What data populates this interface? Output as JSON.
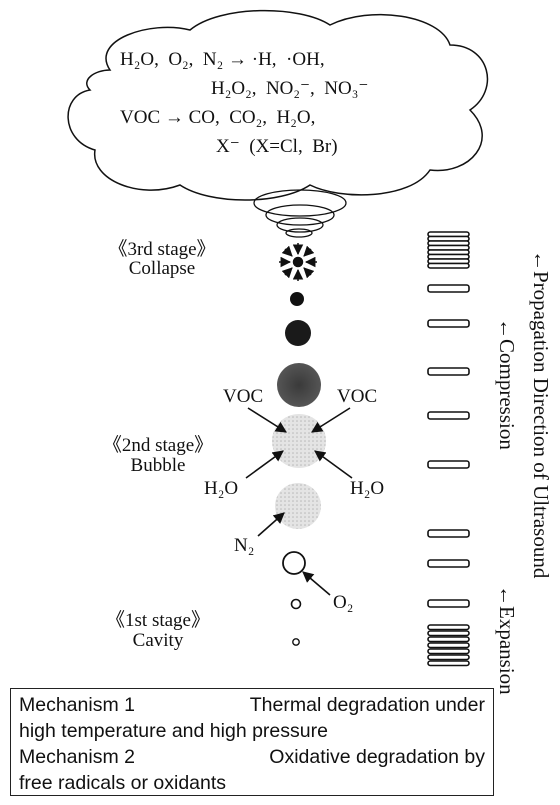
{
  "cloud": {
    "line1": "H₂O,  O₂,  N₂ → ·H,  ·OH,",
    "line2": "H₂O₂,  NO₂⁻,  NO₃⁻",
    "line3": "VOC → CO,  CO₂,  H₂O,",
    "line4": "X⁻  (X=Cl,  Br)"
  },
  "stages": {
    "third": {
      "name": "《3rd stage》",
      "desc": "Collapse"
    },
    "second": {
      "name": "《2nd stage》",
      "desc": "Bubble"
    },
    "first": {
      "name": "《1st stage》",
      "desc": "Cavity"
    }
  },
  "labels": {
    "voc_left": "VOC",
    "voc_right": "VOC",
    "h2o_left": "H₂O",
    "h2o_right": "H₂O",
    "n2": "N₂",
    "o2": "O₂"
  },
  "wave": {
    "propagation": "←Propagation Direction of Ultrasound",
    "compression": "←Compression",
    "expansion": "←Expansion"
  },
  "mechanisms": {
    "m1_title": "Mechanism 1",
    "m1_text_a": "Thermal degradation under",
    "m1_text_b": "high temperature and high pressure",
    "m2_title": "Mechanism 2",
    "m2_text_a": "Oxidative degradation by",
    "m2_text_b": "free radicals or oxidants"
  },
  "colors": {
    "dark_bubble": "#1a1a1a",
    "grey_bubble": "#5a5a5a",
    "light_bubble": "#dcdcdc",
    "line": "#111111"
  }
}
